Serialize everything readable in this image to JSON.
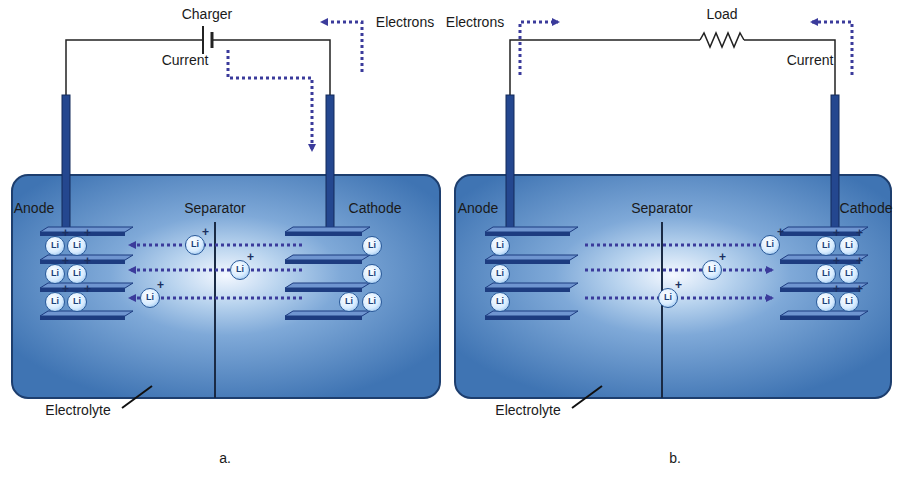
{
  "diagram": {
    "labels": [
      "Charger",
      "Current",
      "Electrons",
      "Anode",
      "Separator",
      "Cathode",
      "Electrolyte",
      "a.",
      "Load",
      "Electrons",
      "Current",
      "Anode",
      "Separator",
      "Cathode",
      "Electrolyte",
      "b.",
      "Li",
      "+",
      "Li",
      "+",
      "Li",
      "+",
      "Li",
      "+",
      "Li",
      "+",
      "Li",
      "+",
      "Li",
      "+",
      "Li",
      "+",
      "Li",
      "+",
      "Li",
      "Li",
      "Li",
      "Li",
      "Li",
      "Li",
      "Li",
      "Li",
      "+",
      "Li",
      "+",
      "Li",
      "+",
      "Li",
      "+",
      "Li",
      "+",
      "Li",
      "+",
      "Li",
      "+",
      "Li",
      "+",
      "Li",
      "+"
    ]
  }
}
